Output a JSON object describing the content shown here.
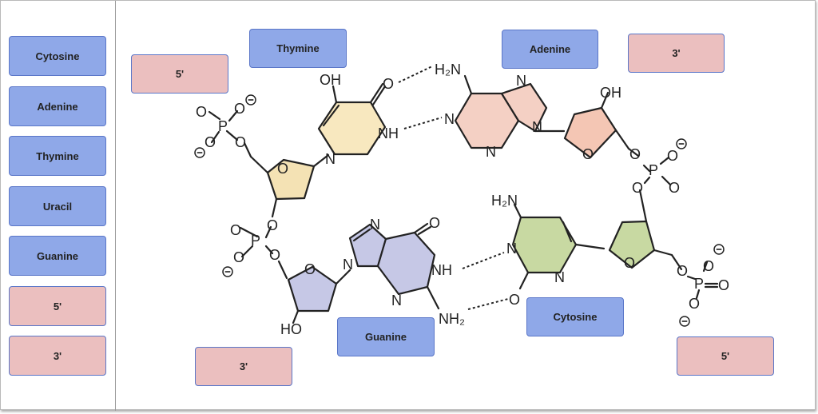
{
  "sidebar": {
    "chips": [
      {
        "label": "Cytosine",
        "kind": "base"
      },
      {
        "label": "Adenine",
        "kind": "base"
      },
      {
        "label": "Thymine",
        "kind": "base"
      },
      {
        "label": "Uracil",
        "kind": "base"
      },
      {
        "label": "Guanine",
        "kind": "base"
      },
      {
        "label": "5'",
        "kind": "end"
      },
      {
        "label": "3'",
        "kind": "end"
      }
    ]
  },
  "placed": [
    {
      "label": "Thymine",
      "kind": "base"
    },
    {
      "label": "Adenine",
      "kind": "base"
    },
    {
      "label": "3'",
      "kind": "end"
    },
    {
      "label": "5'",
      "kind": "end"
    },
    {
      "label": "Guanine",
      "kind": "base"
    },
    {
      "label": "Cytosine",
      "kind": "base"
    },
    {
      "label": "3'",
      "kind": "end"
    },
    {
      "label": "5'",
      "kind": "end"
    }
  ],
  "diagram": {
    "atoms": {
      "P": "P",
      "O": "O",
      "N": "N",
      "OH": "OH",
      "HO": "HO",
      "NH": "NH",
      "H2N": "H₂N",
      "NH2": "NH₂",
      "minus": "−"
    }
  },
  "colors": {
    "base_chip": "#8fa8e8",
    "end_chip": "#ebbfbf",
    "chip_border": "#5a76c8",
    "thymine_fill": "#f8e8bf",
    "adenine_fill": "#f4d0c4",
    "guanine_fill": "#c6c8e6",
    "cytosine_fill": "#c8d9a2",
    "sugar_left": "#f4e2b4",
    "sugar_right": "#f4c6b4",
    "sugar_bottom_left": "#c6c8e6",
    "sugar_bottom_right": "#c8d9a2"
  }
}
